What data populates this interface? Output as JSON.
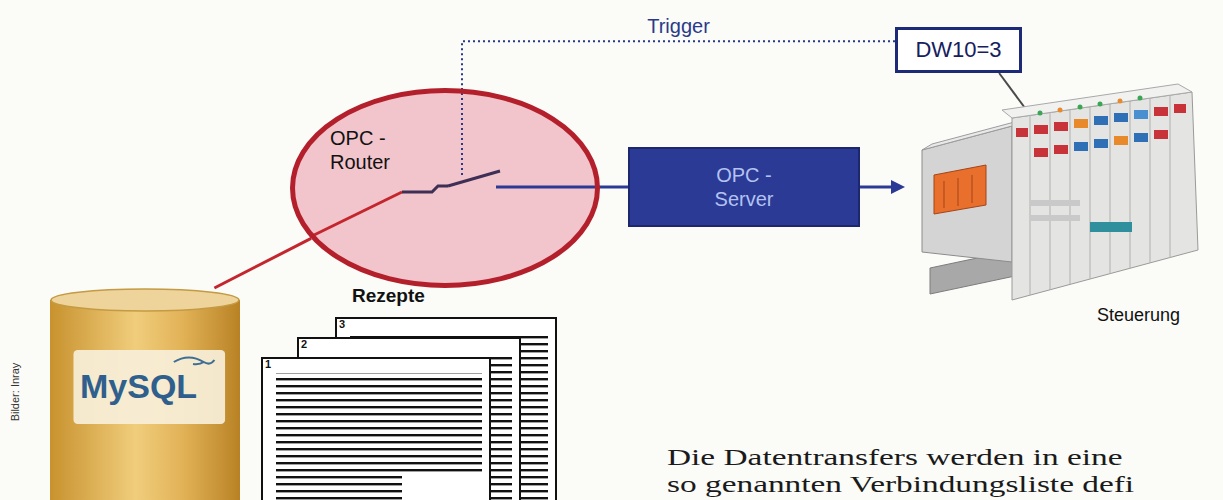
{
  "diagram": {
    "nodes": [
      {
        "text": [
          "DW10=3"
        ]
      },
      {
        "text": [
          "OPC - Router"
        ]
      },
      {
        "text": [
          "OPC - Server"
        ]
      },
      {
        "text": [
          "Steuerung"
        ]
      },
      {
        "text": [
          "MySQL"
        ]
      }
    ],
    "edges": [
      {
        "from": 0,
        "to": 3,
        "arrow": "none"
      },
      {
        "from": 0,
        "to": 1,
        "arrow": "none",
        "label": "Trigger"
      },
      {
        "from": 4,
        "to": 1,
        "arrow": "none"
      },
      {
        "from": 1,
        "to": 2,
        "arrow": "none"
      },
      {
        "from": 2,
        "to": 3,
        "arrow": "to"
      }
    ],
    "labels": [
      "Rezepte",
      "3",
      "2",
      "1",
      "Bilder: Inray",
      "Die Datentransfers werden in eine",
      "so genannten Verbindungsliste defi"
    ]
  }
}
